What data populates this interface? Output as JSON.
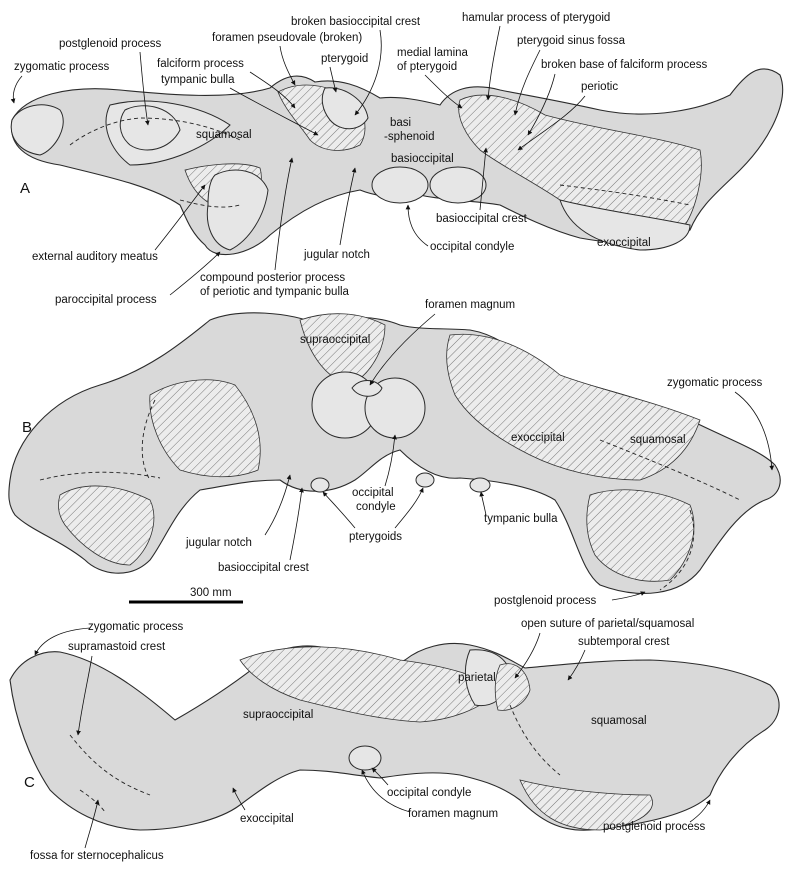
{
  "panels": {
    "a": "A",
    "b": "B",
    "c": "C"
  },
  "scale_bar": "300 mm",
  "labels_a": {
    "zygomatic": "zygomatic process",
    "postglenoid": "postglenoid process",
    "foramen_pseudovale": "foramen pseudovale (broken)",
    "broken_basioccipital_crest": "broken basioccipital crest",
    "hamular": "hamular process of pterygoid",
    "pterygoid": "pterygoid",
    "falciform": "falciform process",
    "tympanic_bulla": "tympanic bulla",
    "medial_lamina_1": "medial lamina",
    "medial_lamina_2": "of pterygoid",
    "pterygoid_sinus": "pterygoid sinus fossa",
    "broken_falciform": "broken base of falciform process",
    "periotic": "periotic",
    "squamosal": "squamosal",
    "basisphenoid_1": "basi",
    "basisphenoid_2": "-sphenoid",
    "basioccipital": "basioccipital",
    "basioccipital_crest": "basioccipital crest",
    "exoccipital": "exoccipital",
    "external_auditory": "external auditory meatus",
    "jugular_notch": "jugular notch",
    "occipital_condyle": "occipital condyle",
    "compound_1": "compound posterior process",
    "compound_2": "of periotic and tympanic bulla",
    "paroccipital": "paroccipital process"
  },
  "labels_b": {
    "foramen_magnum": "foramen magnum",
    "supraoccipital": "supraoccipital",
    "zygomatic": "zygomatic process",
    "exoccipital": "exoccipital",
    "squamosal": "squamosal",
    "occipital_condyle_1": "occipital",
    "occipital_condyle_2": "condyle",
    "jugular_notch": "jugular notch",
    "pterygoids": "pterygoids",
    "tympanic_bulla": "tympanic bulla",
    "basioccipital_crest": "basioccipital crest",
    "postglenoid": "postglenoid process"
  },
  "labels_c": {
    "zygomatic": "zygomatic process",
    "supramastoid": "supramastoid crest",
    "open_suture": "open suture of parietal/squamosal",
    "subtemporal": "subtemporal crest",
    "parietal": "parietal",
    "supraoccipital": "supraoccipital",
    "squamosal": "squamosal",
    "occipital_condyle": "occipital condyle",
    "exoccipital": "exoccipital",
    "foramen_magnum": "foramen magnum",
    "postglenoid": "postglenoid process",
    "fossa": "fossa for sternocephalicus"
  }
}
